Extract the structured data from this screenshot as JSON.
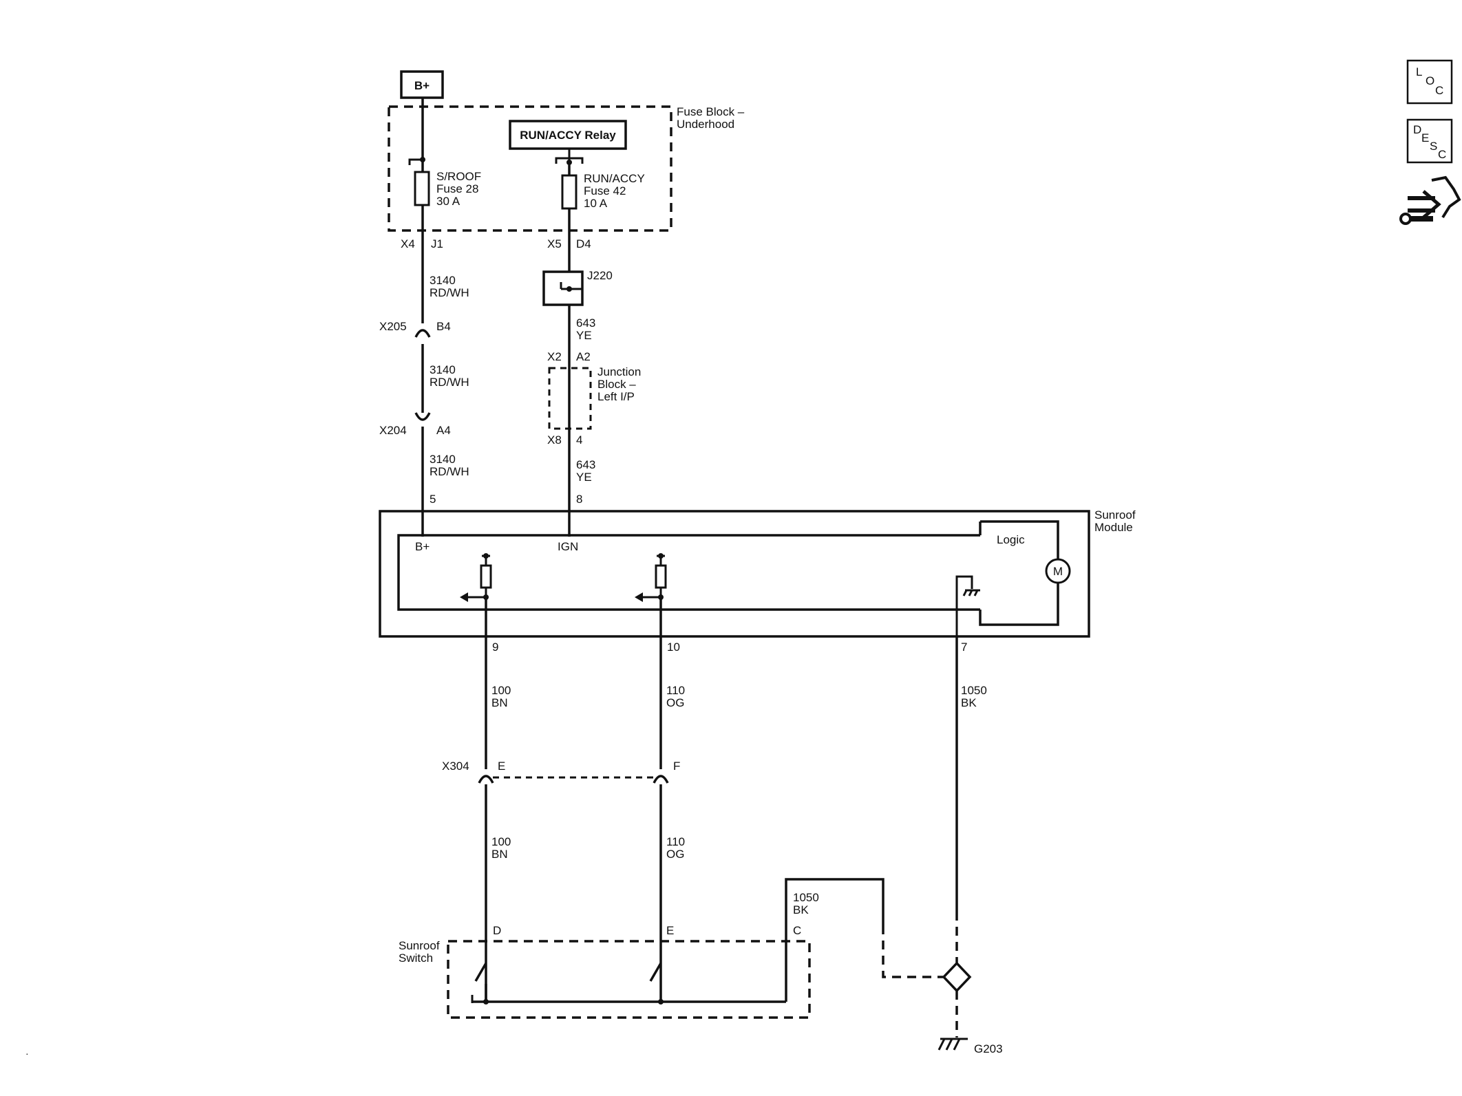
{
  "power": {
    "bplus": "B+"
  },
  "fuse_block": {
    "title": [
      "Fuse Block –",
      "Underhood"
    ],
    "relay": "RUN/ACCY Relay",
    "fuse28": [
      "S/ROOF",
      "Fuse 28",
      "30 A"
    ],
    "fuse42": [
      "RUN/ACCY",
      "Fuse 42",
      "10 A"
    ],
    "x4": "X4",
    "j1": "J1",
    "x5": "X5",
    "d4": "D4"
  },
  "splice": {
    "j220": "J220"
  },
  "left_wire": {
    "seg1": [
      "3140",
      "RD/WH"
    ],
    "x205": "X205",
    "b4": "B4",
    "seg2": [
      "3140",
      "RD/WH"
    ],
    "x204": "X204",
    "a4": "A4",
    "seg3": [
      "3140",
      "RD/WH"
    ],
    "pin5": "5"
  },
  "mid_wire": {
    "seg1": [
      "643",
      "YE"
    ],
    "x2": "X2",
    "a2": "A2",
    "junction": [
      "Junction",
      "Block –",
      "Left I/P"
    ],
    "x8": "X8",
    "pin4": "4",
    "seg2": [
      "643",
      "YE"
    ],
    "pin8": "8"
  },
  "module": {
    "title": [
      "Sunroof",
      "Module"
    ],
    "bplus": "B+",
    "ign": "IGN",
    "logic": "Logic",
    "motor": "M",
    "pin9": "9",
    "pin10": "10",
    "pin7": "7"
  },
  "lower": {
    "w100a": [
      "100",
      "BN"
    ],
    "w110a": [
      "110",
      "OG"
    ],
    "w1050a": [
      "1050",
      "BK"
    ],
    "x304": "X304",
    "e": "E",
    "f": "F",
    "w100b": [
      "100",
      "BN"
    ],
    "w110b": [
      "110",
      "OG"
    ],
    "w1050b": [
      "1050",
      "BK"
    ]
  },
  "switch": {
    "title": [
      "Sunroof",
      "Switch"
    ],
    "d": "D",
    "e": "E",
    "c": "C"
  },
  "ground": {
    "g203": "G203"
  },
  "side_icons": {
    "loc": [
      "L",
      "O",
      "C"
    ],
    "desc": [
      "D",
      "E",
      "S",
      "C"
    ],
    "icon": "connector-wrench-icon"
  },
  "corner_mark": "·"
}
